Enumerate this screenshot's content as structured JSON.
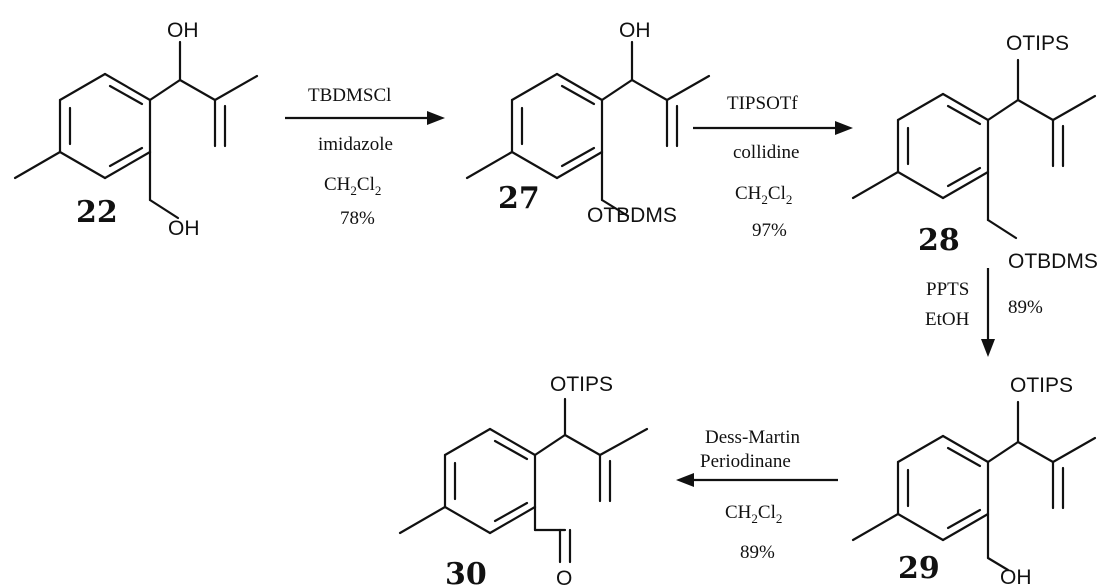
{
  "compounds": {
    "c22": {
      "number": "22",
      "top_group": "OH",
      "bottom_group": "OH"
    },
    "c27": {
      "number": "27",
      "top_group": "OH",
      "bottom_group": "OTBDMS"
    },
    "c28": {
      "number": "28",
      "top_group": "OTIPS",
      "bottom_group": "OTBDMS"
    },
    "c29": {
      "number": "29",
      "top_group": "OTIPS",
      "bottom_group": "OH"
    },
    "c30": {
      "number": "30",
      "top_group": "OTIPS",
      "bottom_group": "O"
    }
  },
  "steps": {
    "s1": {
      "reagent1": "TBDMSCl",
      "reagent2": "imidazole",
      "solvent_main": "CH",
      "solvent_sub1": "2",
      "solvent_mid": "Cl",
      "solvent_sub2": "2",
      "yield": "78%"
    },
    "s2": {
      "reagent1": "TIPSOTf",
      "reagent2": "collidine",
      "solvent_main": "CH",
      "solvent_sub1": "2",
      "solvent_mid": "Cl",
      "solvent_sub2": "2",
      "yield": "97%"
    },
    "s3": {
      "reagent1": "PPTS",
      "reagent2": "EtOH",
      "yield": "89%"
    },
    "s4": {
      "reagent1": "Dess-Martin",
      "reagent2": "Periodinane",
      "solvent_main": "CH",
      "solvent_sub1": "2",
      "solvent_mid": "Cl",
      "solvent_sub2": "2",
      "yield": "89%"
    }
  }
}
